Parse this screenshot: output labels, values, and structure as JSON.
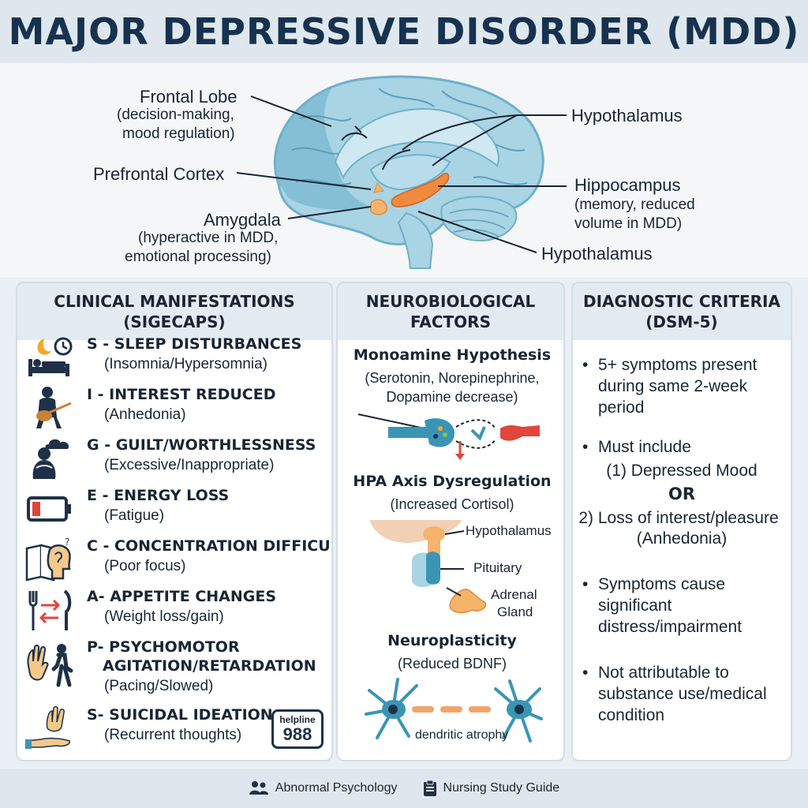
{
  "title": "MAJOR DEPRESSIVE DISORDER (MDD)",
  "brain": {
    "frontal_lobe": "Frontal Lobe",
    "frontal_lobe_desc": [
      "(decision-making,",
      "mood regulation)"
    ],
    "prefrontal_cortex": "Prefrontal Cortex",
    "amygdala": "Amygdala",
    "amygdala_desc": [
      "(hyperactive in MDD,",
      "emotional processing)"
    ],
    "hypothalamus_top": "Hypothalamus",
    "hippocampus": "Hippocampus",
    "hippocampus_desc": [
      "(memory, reduced",
      "volume in MDD)"
    ],
    "hypothalamus_bottom": "Hypothalamus"
  },
  "clinical": {
    "heading": [
      "CLINICAL MANIFESTATIONS",
      "(SIGECAPS)"
    ],
    "items": [
      {
        "title": "S - SLEEP DISTURBANCES",
        "sub": "(Insomnia/Hypersomnia)",
        "icon": "sleep-icon"
      },
      {
        "title": "I - INTEREST REDUCED",
        "sub": "(Anhedonia)",
        "icon": "guitar-person-icon"
      },
      {
        "title": "G - GUILT/WORTHLESSNESS",
        "sub": "(Excessive/Inappropriate)",
        "icon": "sad-person-cloud-icon"
      },
      {
        "title": "E - ENERGY LOSS",
        "sub": "(Fatigue)",
        "icon": "low-battery-icon"
      },
      {
        "title": "C - CONCENTRATION DIFFICULTIES",
        "sub": "(Poor focus)",
        "icon": "confused-head-book-icon"
      },
      {
        "title": "A- APPETITE CHANGES",
        "sub": "(Weight loss/gain)",
        "icon": "fork-knife-arrows-icon"
      },
      {
        "title": "P- PSYCHOMOTOR",
        "title2": "AGITATION/RETARDATION",
        "sub": "(Pacing/Slowed)",
        "icon": "hand-walking-person-icon"
      },
      {
        "title": "S- SUICIDAL IDEATION",
        "sub": "(Recurrent thoughts)",
        "icon": "helping-hands-icon"
      }
    ],
    "helpline_label": "helpline",
    "helpline_number": "988"
  },
  "neuro": {
    "heading": [
      "NEUROBIOLOGICAL",
      "FACTORS"
    ],
    "monoamine_title": "Monoamine Hypothesis",
    "monoamine_desc": [
      "(Serotonin, Norepinephrine,",
      "Dopamine decrease)"
    ],
    "hpa_title": "HPA Axis Dysregulation",
    "hpa_desc": "(Increased Cortisol)",
    "hpa_labels": {
      "hypothalamus": "Hypothalamus",
      "pituitary": "Pituitary",
      "adrenal1": "Adrenal",
      "adrenal2": "Gland"
    },
    "neuroplasticity_title": "Neuroplasticity",
    "neuroplasticity_desc": "(Reduced BDNF)",
    "dendritic_label": "dendritic atrophy"
  },
  "diagnostic": {
    "heading": [
      "DIAGNOSTIC CRITERIA",
      "(DSM-5)"
    ],
    "b1": [
      "5+ symptoms present",
      "during same 2-week",
      "period"
    ],
    "b2": "Must include",
    "b2_a": "(1) Depressed Mood",
    "b2_or": "OR",
    "b2_b": "2) Loss of interest/pleasure",
    "b2_c": "(Anhedonia)",
    "b3": [
      "Symptoms cause",
      "significant",
      "distress/impairment"
    ],
    "b4": [
      "Not attributable to",
      "substance use/medical",
      "condition"
    ]
  },
  "footer": {
    "item1": "Abnormal Psychology",
    "item1_icon": "people-icon",
    "item2": "Nursing Study Guide",
    "item2_icon": "clipboard-icon"
  },
  "colors": {
    "title": "#17324f",
    "brain": "#a9d4e4",
    "accent_orange": "#f08a3c",
    "accent_red": "#e0463b",
    "navy": "#1f3148",
    "teal": "#3a95b5"
  }
}
